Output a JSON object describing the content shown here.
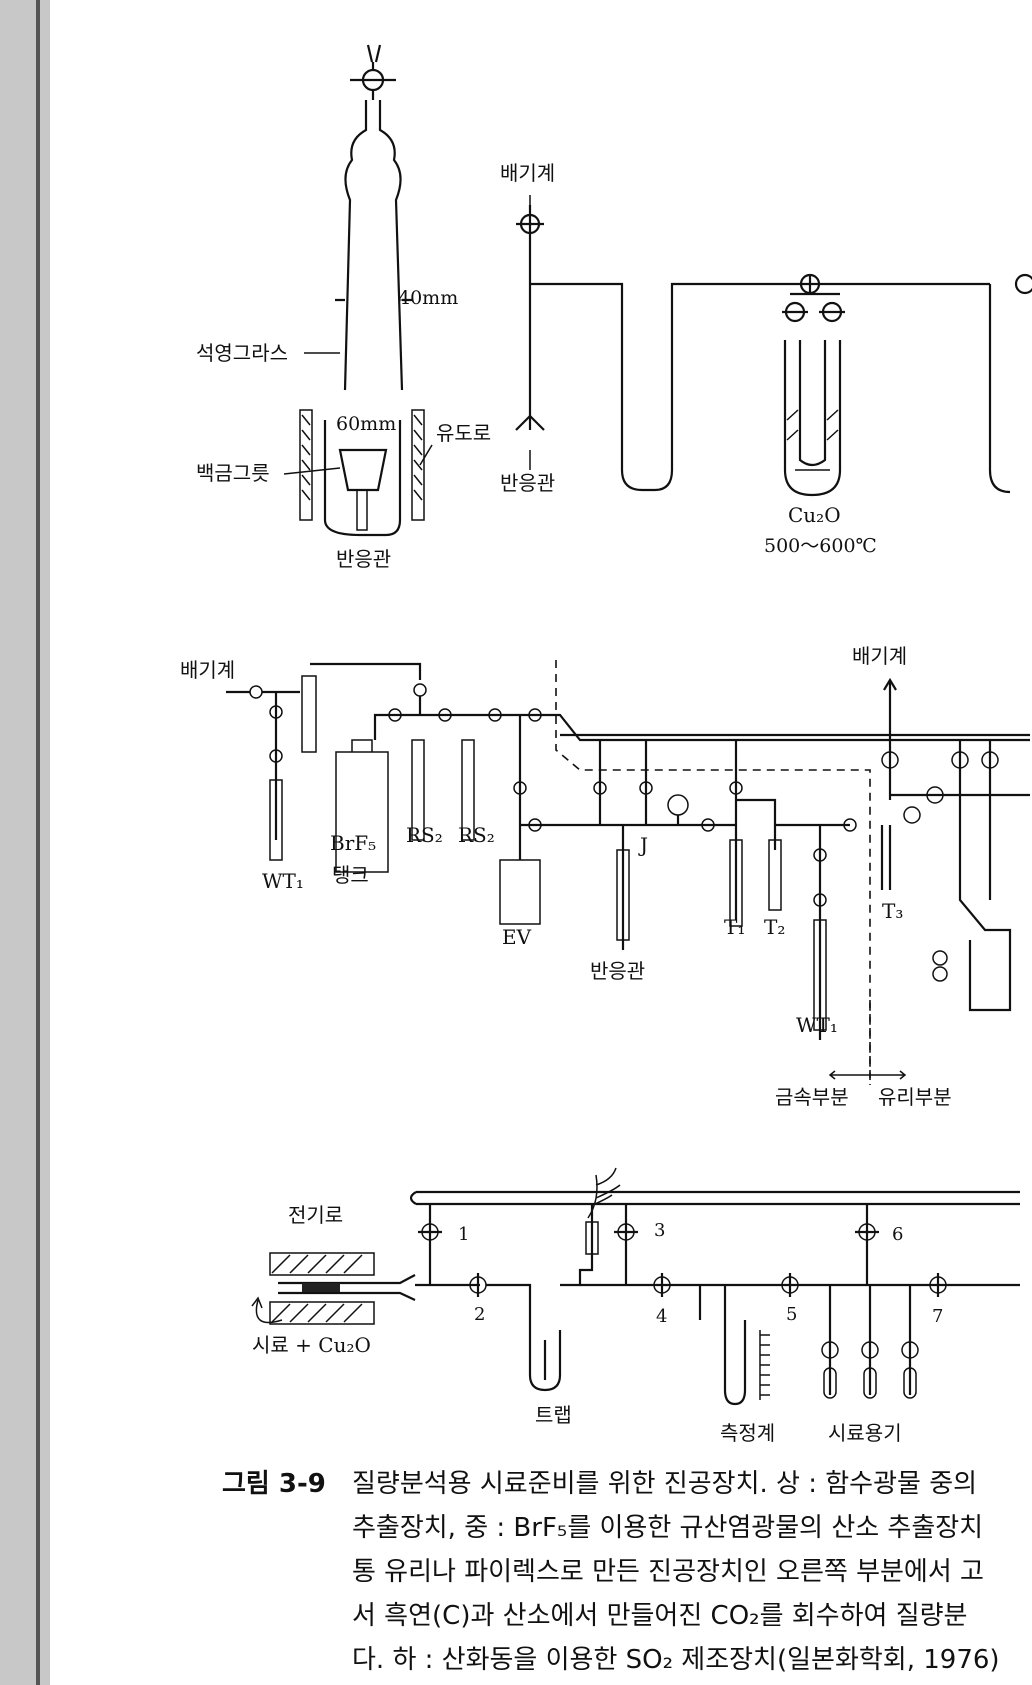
{
  "figure": {
    "top": {
      "furnace_labels": {
        "quartz_glass": "석영그라스",
        "width_40": "40mm",
        "width_60": "60mm",
        "induction_furnace": "유도로",
        "platinum_crucible": "백금그릇",
        "reaction_tube": "반응관"
      },
      "line_labels": {
        "exhaust": "배기계",
        "reaction_tube": "반응관",
        "cu2o": "Cu₂O",
        "temperature": "500～600℃"
      }
    },
    "middle": {
      "exhaust_left": "배기계",
      "exhaust_right": "배기계",
      "wt1_left": "WT₁",
      "brf5": "BrF₅",
      "tank": "탱크",
      "rs2_a": "RS₂",
      "rs2_b": "RS₂",
      "ev": "EV",
      "j": "J",
      "reaction_tube": "반응관",
      "t1": "T₁",
      "t2": "T₂",
      "t3": "T₃",
      "wt1_right": "WT₁",
      "metal_part": "금속부분",
      "glass_part": "유리부분"
    },
    "bottom": {
      "electric_furnace": "전기로",
      "sample_cu2o": "시료 + Cu₂O",
      "trap": "트랩",
      "manometer": "측정계",
      "sample_container": "시료용기",
      "valves": [
        "1",
        "2",
        "3",
        "4",
        "5",
        "6",
        "7"
      ]
    }
  },
  "caption": {
    "label": "그림 3-9",
    "lines": [
      "질량분석용 시료준비를 위한 진공장치. 상 : 함수광물 중의",
      "추출장치, 중 : BrF₅를 이용한 규산염광물의 산소 추출장치",
      "통 유리나 파이렉스로 만든 진공장치인 오른쪽 부분에서 고",
      "서 흑연(C)과 산소에서 만들어진 CO₂를 회수하여 질량분",
      "다. 하 : 산화동을 이용한 SO₂ 제조장치(일본화학회, 1976)"
    ]
  }
}
